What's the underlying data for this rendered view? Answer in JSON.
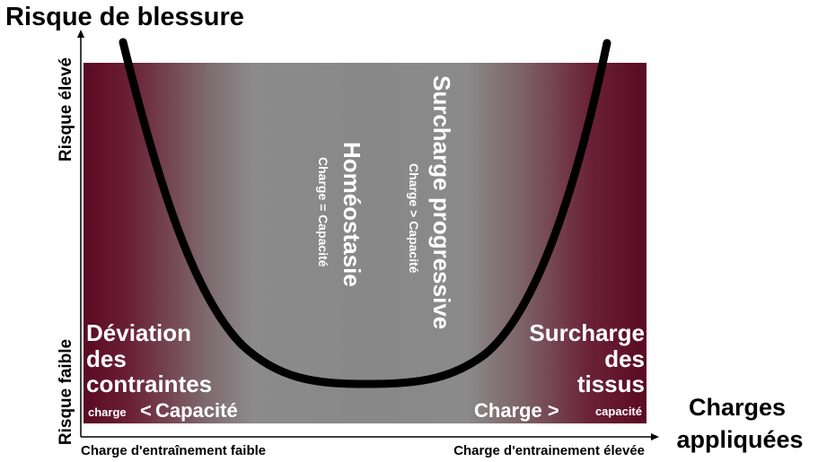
{
  "title": "Risque de blessure",
  "axes": {
    "y_high_label": "Risque élevé",
    "y_low_label": "Risque faible",
    "x_low_label": "Charge d'entraînement faible",
    "x_high_label": "Charge d'entrainement élevée",
    "x_title_line1": "Charges",
    "x_title_line2": "appliquées"
  },
  "zones": {
    "deviation": {
      "line1": "Déviation",
      "line2": "des",
      "line3": "contraintes",
      "sub_small": "charge",
      "sub_symbol": "<",
      "sub_big": "Capacité"
    },
    "homeostasie": {
      "title": "Homéostasie",
      "sub": "Charge = Capacité"
    },
    "surcharge_progressive": {
      "title": "Surcharge progressive",
      "sub": "Charge > Capacité"
    },
    "surcharge_tissus": {
      "line1": "Surcharge",
      "line2": "des",
      "line3": "tissus",
      "sub_big": "Charge >",
      "sub_small": "capacité"
    }
  },
  "colors": {
    "edge": "#5a0a22",
    "center": "#8a8a8a",
    "curve": "#000000",
    "text_on_band": "#ffffff",
    "text_outer": "#000000"
  }
}
